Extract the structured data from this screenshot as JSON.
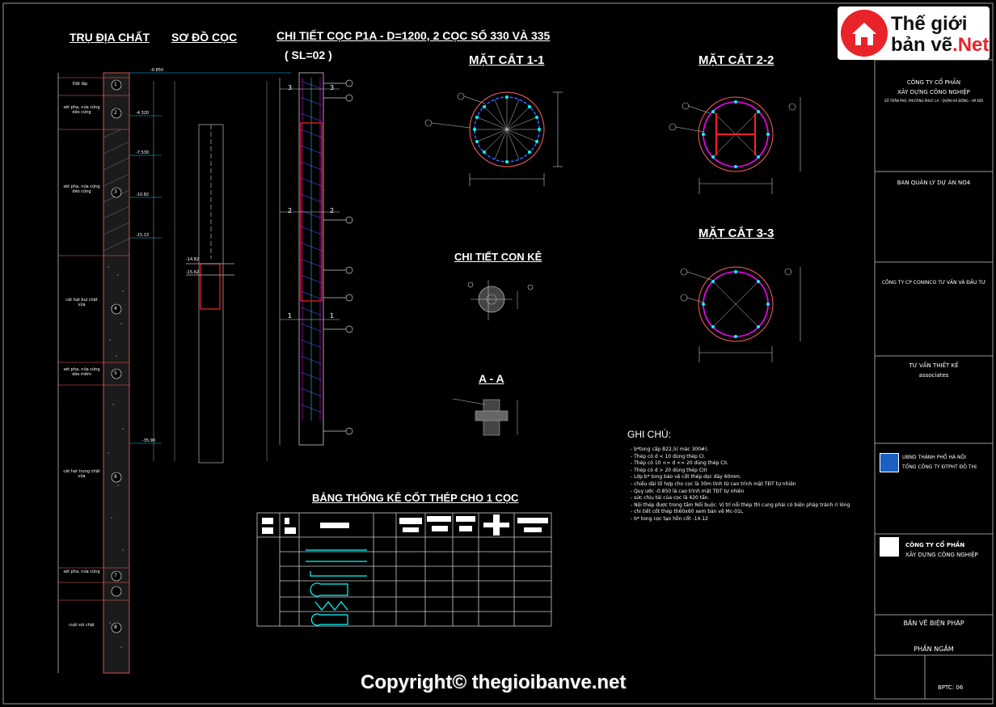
{
  "titles": {
    "tru_dia_chat": "TRỤ ĐỊA CHẤT",
    "so_do_coc": "SƠ ĐỒ CỌC",
    "chi_tiet_coc": "CHI TIẾT CỌC P1A - D=1200, 2 CỌC SỐ 330 VÀ 335",
    "sl": "( SL=02 )",
    "mat_cat_1": "MẶT CẮT 1-1",
    "mat_cat_2": "MẶT CẮT 2-2",
    "mat_cat_3": "MẶT CẮT 3-3",
    "chi_tiet_con_ke": "CHI TIẾT CON KÊ",
    "a_a": "A - A",
    "bang_thong_ke": "BẢNG THỐNG KÊ CỐT THÉP CHO 1 CỌC",
    "ghi_chu": "GHI CHÚ:"
  },
  "notes": [
    "- b*tong cấp B22,5( mác 300#).",
    "- Thép có d < 10 dùng thép CI.",
    "- Thép có 10 <= d <= 20 dùng thép CII.",
    "- Thép có d > 20 dùng thép CIII",
    "- Lớp b* tong bảo vệ cốt thép dọc dày 60mm.",
    "- chiều dài tổ hợp cho cọc là 30m tính từ cao trình mặt TĐT tự nhiên",
    "- Quy ước -0.850 là cao trình mặt TĐT tự nhiên",
    "- sức chịu tải của cọc là 420 tấn.",
    "- Nội thép được trong tấm Nối buộc. Vị trí nối thép thì cung phải có biện pháp tránh rỉ lóng",
    "- chi tiết cốt thép th60x60 xem bản vẽ Mc-01L",
    "- b* tong cọc tạo hỗn cốt -14.12"
  ],
  "title_block": {
    "company_1": "CÔNG TY CỔ PHẦN",
    "company_2": "XÂY DỰNG CÔNG NGHIỆP",
    "company_addr": "SỐ TRẦN PHÚ, PHƯỜNG PHÚC LA - QUẬN HÀ ĐÔNG - HÀ NỘI",
    "owner": "BAN QUẢN LÝ DỰ ÁN NO4",
    "consult": "CÔNG TY CP CONINCO TƯ VẤN VÀ ĐẦU TƯ",
    "designer_label": "TƯ VẤN THIẾT KẾ",
    "designer": "associates",
    "ubnd": "UBND THÀNH PHỐ HÀ NỘI",
    "tct": "TỔNG CÔNG TY ĐTPHT ĐÔ THỊ",
    "contractor_1": "CÔNG TY CỔ PHẦN",
    "contractor_2": "XÂY DỰNG CÔNG NGHIỆP",
    "drawing_title": "BẢN VẼ BIỆN PHÁP",
    "drawing_sub": "PHẦN NGẦM",
    "sheet_no": "BPTC: 06"
  },
  "logo": {
    "line1": "Thế giới",
    "line2": "bản vẽ",
    "suffix": ".Net"
  },
  "copyright": "Copyright© thegioibanve.net",
  "soil_layers": [
    {
      "no": "1",
      "label": "Đất lấp"
    },
    {
      "no": "2",
      "label": "sét pha, nửa cứng dẻo cứng"
    },
    {
      "no": "3",
      "label": "sét pha, nửa cứng dẻo cứng"
    },
    {
      "no": "4",
      "label": "cát hạt bụi chặt vừa"
    },
    {
      "no": "5",
      "label": "sét pha, nửa cứng dẻo mềm"
    },
    {
      "no": "6",
      "label": "cát hạt trung chặt vừa"
    },
    {
      "no": "7",
      "label": "sét pha, nửa cứng"
    },
    {
      "no": "8",
      "label": "cuội sỏi chặt"
    }
  ],
  "elevations": [
    "-0.850",
    "-4.320",
    "-7.530",
    "-10.82",
    "-15.13",
    "-14.82",
    "-15.62",
    "-35.90"
  ],
  "sections": [
    "1",
    "2",
    "3"
  ],
  "colors": {
    "accent_cyan": "#00ffff",
    "accent_red": "#ff2020",
    "accent_magenta": "#ff00ff",
    "accent_blue": "#3060ff",
    "frame_gray": "#9a9a9a",
    "brand_red": "#e8232a"
  }
}
